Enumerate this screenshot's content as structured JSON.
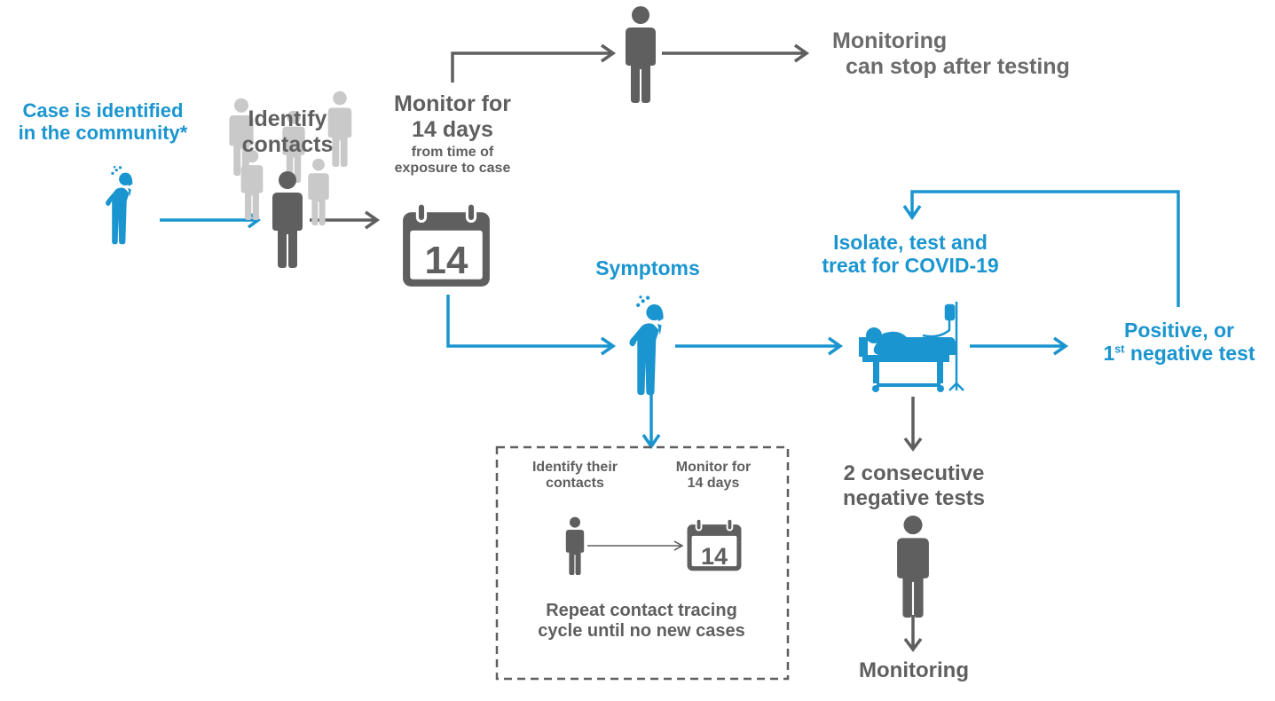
{
  "colors": {
    "blue": "#1a95cf",
    "grey": "#5f5f5f",
    "light_grey": "#c9c9c9"
  },
  "case_identified": {
    "line1": "Case is identified",
    "line2": "in the community*"
  },
  "identify_contacts": {
    "line1": "Identify",
    "line2": "contacts"
  },
  "monitor": {
    "line1": "Monitor for",
    "line2": "14 days",
    "line3": "from time of",
    "line4": "exposure to case"
  },
  "monitoring_stop": {
    "line1": "Monitoring",
    "line2": "can stop after testing"
  },
  "calendar_number": "14",
  "symptoms": "Symptoms",
  "isolate": {
    "line1": "Isolate, test and",
    "line2": "treat for COVID-19"
  },
  "positive": {
    "line1": "Positive, or",
    "line2_num": "1",
    "line2_sup": "st",
    "line2_rest": " negative test"
  },
  "consecutive": {
    "line1": "2 consecutive",
    "line2": "negative tests"
  },
  "monitoring_final": "Monitoring",
  "tracing_box": {
    "identify_line1": "Identify their",
    "identify_line2": "contacts",
    "monitor_line1": "Monitor for",
    "monitor_line2": "14 days",
    "calendar_number": "14",
    "repeat_line1": "Repeat contact tracing",
    "repeat_line2": "cycle until no new cases"
  },
  "icons": [
    "sick-person-icon",
    "person-icon",
    "calendar-icon",
    "hospital-bed-icon",
    "iv-drip-icon"
  ]
}
